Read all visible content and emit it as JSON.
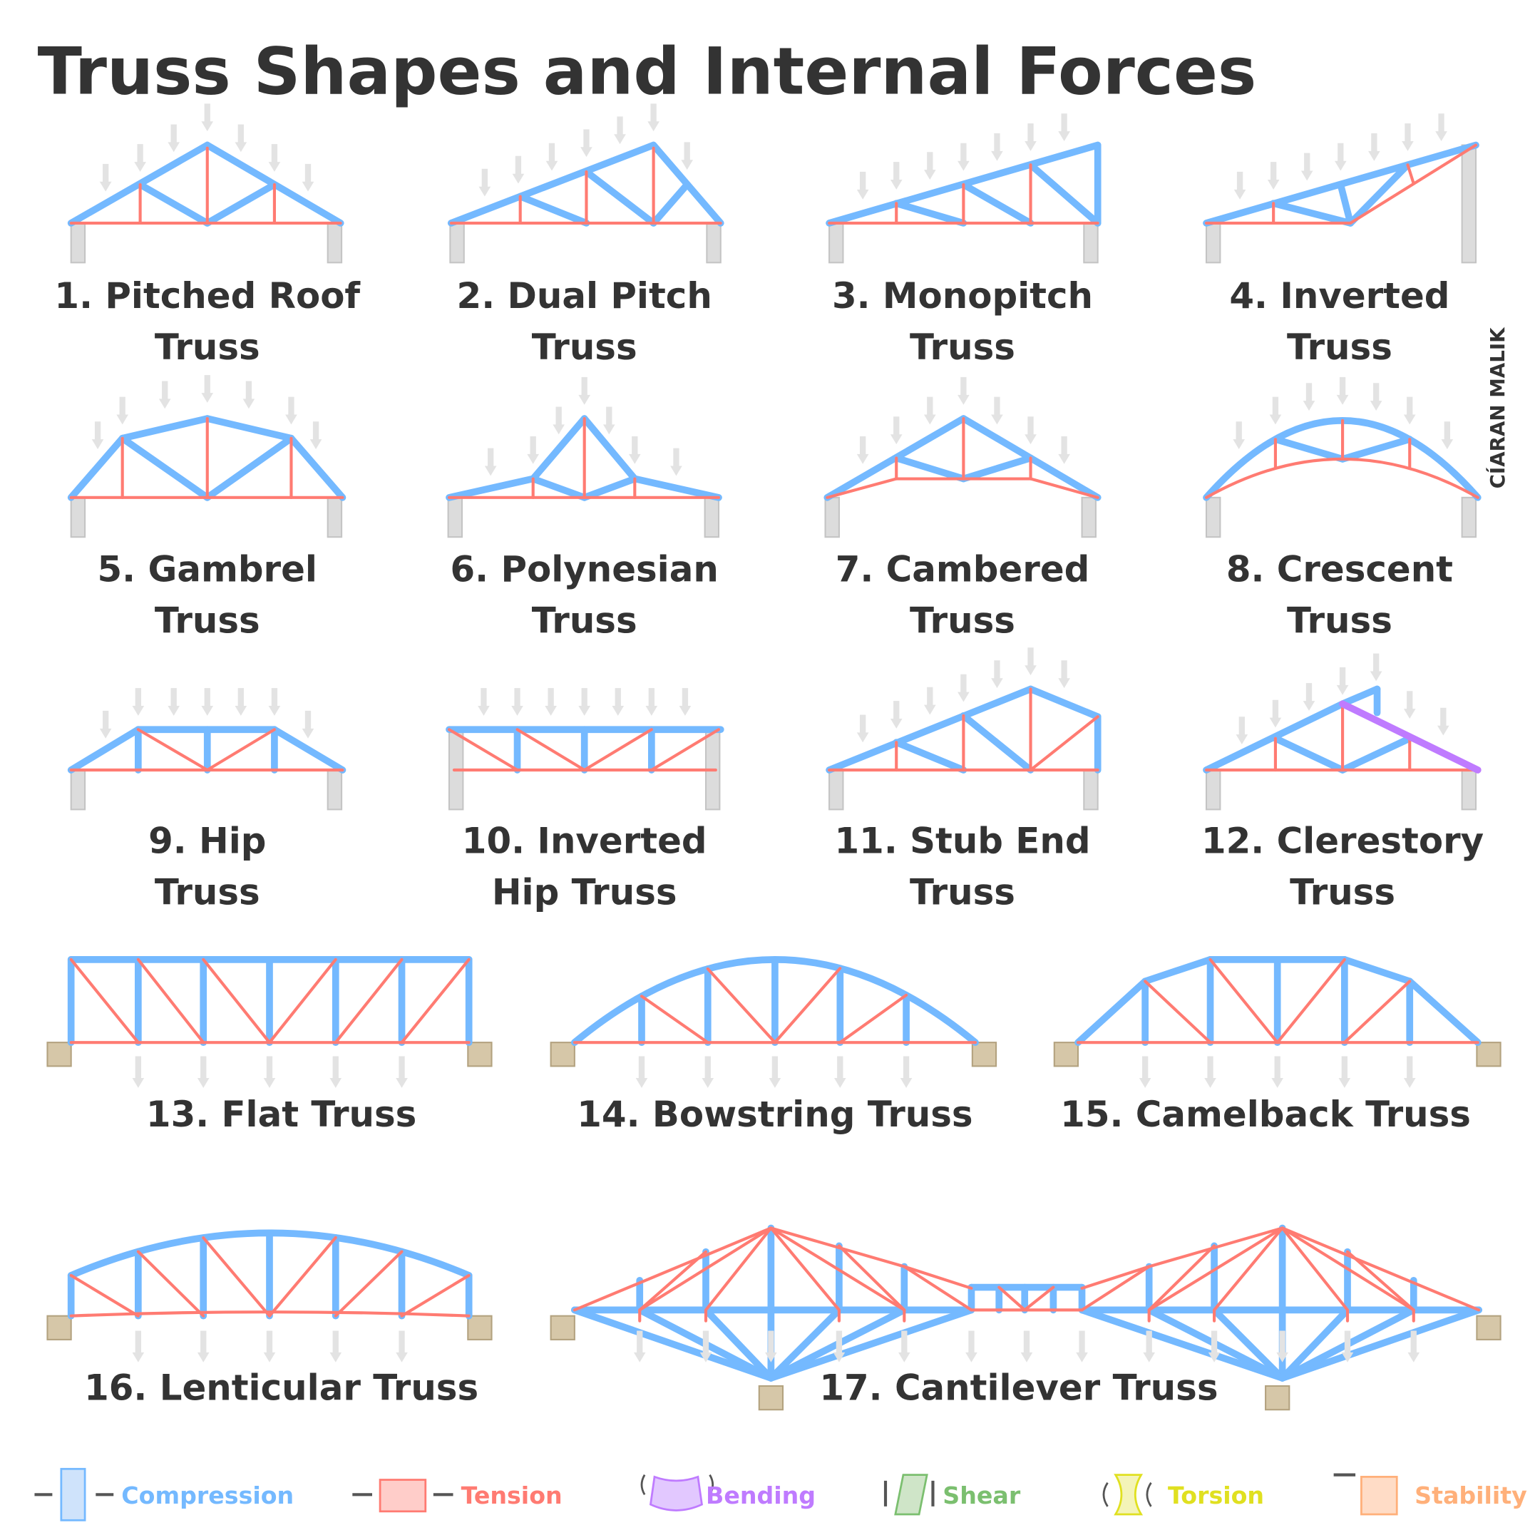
{
  "title": "Truss Shapes and Internal Forces",
  "author": "CÍARAN MALIK",
  "trusses": [
    {
      "line1": "1. Pitched Roof",
      "line2": "Truss"
    },
    {
      "line1": "2. Dual Pitch",
      "line2": "Truss"
    },
    {
      "line1": "3. Monopitch",
      "line2": "Truss"
    },
    {
      "line1": "4. Inverted",
      "line2": "Truss"
    },
    {
      "line1": "5. Gambrel",
      "line2": "Truss"
    },
    {
      "line1": "6. Polynesian",
      "line2": "Truss"
    },
    {
      "line1": "7. Cambered",
      "line2": "Truss"
    },
    {
      "line1": "8. Crescent",
      "line2": "Truss"
    },
    {
      "line1": "9. Hip",
      "line2": "Truss"
    },
    {
      "line1": "10. Inverted",
      "line2": "Hip Truss"
    },
    {
      "line1": "11. Stub End",
      "line2": "Truss"
    },
    {
      "line1": "12. Clerestory",
      "line2": "Truss"
    },
    {
      "line1": "13. Flat Truss"
    },
    {
      "line1": "14. Bowstring Truss"
    },
    {
      "line1": "15. Camelback Truss"
    },
    {
      "line1": "16. Lenticular Truss"
    },
    {
      "line1": "17. Cantilever Truss"
    }
  ],
  "legend": [
    {
      "label": "Compression",
      "color": "#74b9ff",
      "icon": "compression-icon"
    },
    {
      "label": "Tension",
      "color": "#ff7b72",
      "icon": "tension-icon"
    },
    {
      "label": "Bending",
      "color": "#bf7bff",
      "icon": "bending-icon"
    },
    {
      "label": "Shear",
      "color": "#7bbf6f",
      "icon": "shear-icon"
    },
    {
      "label": "Torsion",
      "color": "#e0e020",
      "icon": "torsion-icon"
    },
    {
      "label": "Stability",
      "color": "#ffb07a",
      "icon": "stability-icon"
    }
  ],
  "colors": {
    "compression": "#74b9ff",
    "tension": "#ff7b72",
    "bending": "#bf7bff",
    "load": "#e3e3e3",
    "support_wall": "#dcdcdc",
    "support_pad": "#d6c7a8",
    "text": "#333333"
  }
}
